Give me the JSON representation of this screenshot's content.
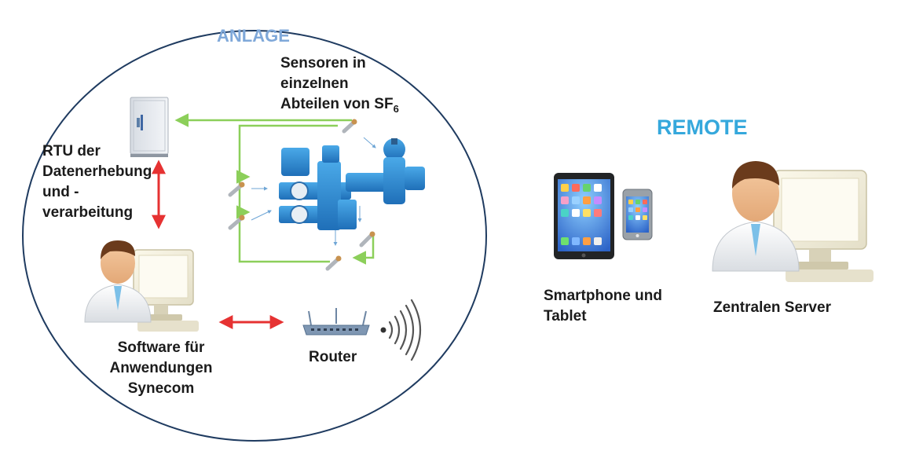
{
  "anlage": {
    "title": "ANLAGE",
    "sensors_label": {
      "line1": "Sensoren in",
      "line2": "einzelnen",
      "line3": "Abteilen von SF",
      "subscript": "6"
    },
    "rtu_label": {
      "line1": "RTU der",
      "line2": "Datenerhebung",
      "line3": "und -",
      "line4": "verarbeitung"
    },
    "software_label": {
      "line1": "Software für",
      "line2": "Anwendungen",
      "line3": "Synecom"
    },
    "router_label": "Router"
  },
  "remote": {
    "title": "REMOTE",
    "devices_label": {
      "line1": "Smartphone und",
      "line2": "Tablet"
    },
    "server_label": "Zentralen Server"
  },
  "colors": {
    "anlage_title": "#7fa8d9",
    "remote_title": "#35a8dc",
    "circle_stroke": "#1f3b60",
    "green_arrow": "#8ccf5a",
    "red_arrow": "#e63232",
    "blue_equipment": "#2f8fd6"
  }
}
